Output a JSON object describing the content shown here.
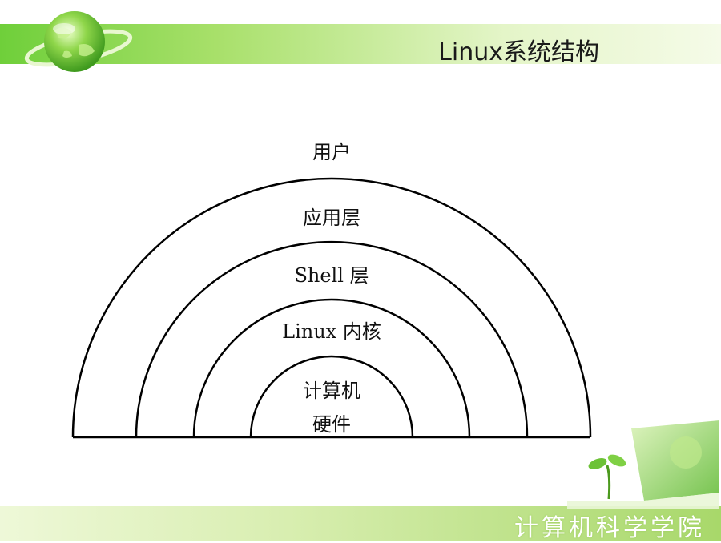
{
  "slide": {
    "title": "Linux系统结构",
    "footer": "计算机科学学院"
  },
  "diagram": {
    "top_label": "用户",
    "layers": [
      {
        "label": "应用层"
      },
      {
        "label": "Shell 层"
      },
      {
        "label": "Linux 内核"
      },
      {
        "label_line1": "计算机",
        "label_line2": "硬件"
      }
    ]
  },
  "colors": {
    "accent_green": "#7ed348",
    "line": "#000000"
  }
}
